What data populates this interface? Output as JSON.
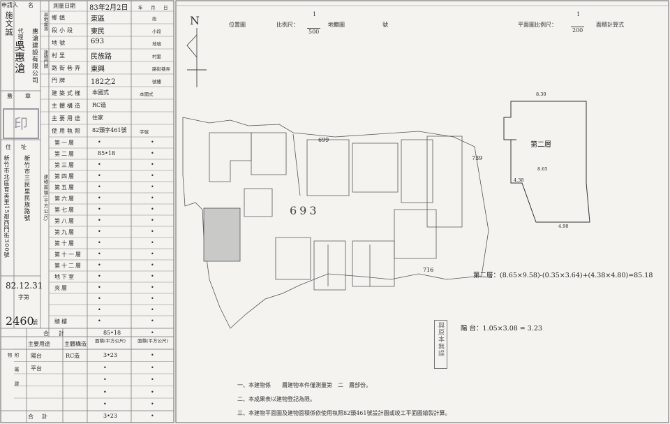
{
  "left_table": {
    "col_headers": {
      "applicant": "申請人",
      "name": "名",
      "survey_date": "測量日期",
      "year": "年",
      "month": "月",
      "day": "日"
    },
    "applicant_names": [
      "施文誠",
      "代理人",
      "吳惠滄"
    ],
    "company_name": "惠滄建設有限公司",
    "seal_label": "蓋章",
    "seal_stamp_text": "印",
    "survey_date_value": "83年2月2日",
    "rows_left_section": [
      {
        "group": "基地坐落",
        "label": "鄉鎮",
        "value": "東區"
      },
      {
        "group": "",
        "label": "段小段",
        "value": "東民"
      },
      {
        "group": "",
        "label": "地號",
        "value": "693"
      },
      {
        "group": "建物門牌",
        "label": "村里",
        "value": "民族路"
      },
      {
        "group": "",
        "label": "路街巷弄",
        "value": "東興"
      },
      {
        "group": "",
        "label": "門牌",
        "value": "182之2"
      }
    ],
    "right_subcols": [
      "段",
      "小段",
      "地號",
      "村里",
      "路街巷弄",
      "號樓"
    ],
    "rows_building": [
      {
        "label": "建築式樣",
        "value": "本國式",
        "value2": "本國式"
      },
      {
        "label": "主體構造",
        "value": "RC造",
        "value2": ""
      },
      {
        "label": "主要用途",
        "value": "住家",
        "value2": ""
      },
      {
        "label": "使用執照",
        "value": "82頭字461號",
        "value2": "字號"
      }
    ],
    "address_label": "住址",
    "address_value": "新竹市北區育英里15鄰西門街300號",
    "company_address": "新竹市三民里民族路號",
    "floors_group_label": "建物面積(平方公尺)",
    "floors": [
      {
        "label": "第一層",
        "value": "•",
        "value2": "•"
      },
      {
        "label": "第二層",
        "value": "85•18",
        "value2": "•"
      },
      {
        "label": "第三層",
        "value": "•",
        "value2": "•"
      },
      {
        "label": "第四層",
        "value": "•",
        "value2": "•"
      },
      {
        "label": "第五層",
        "value": "•",
        "value2": "•"
      },
      {
        "label": "第六層",
        "value": "•",
        "value2": "•"
      },
      {
        "label": "第七層",
        "value": "•",
        "value2": "•"
      },
      {
        "label": "第八層",
        "value": "•",
        "value2": "•"
      },
      {
        "label": "第九層",
        "value": "•",
        "value2": "•"
      },
      {
        "label": "第十層",
        "value": "•",
        "value2": "•"
      },
      {
        "label": "第十一層",
        "value": "•",
        "value2": "•"
      },
      {
        "label": "第十二層",
        "value": "•",
        "value2": "•"
      },
      {
        "label": "地下室",
        "value": "•",
        "value2": "•"
      },
      {
        "label": "夾層",
        "value": "•",
        "value2": "•"
      },
      {
        "label": "",
        "value": "•",
        "value2": "•"
      },
      {
        "label": "",
        "value": "•",
        "value2": "•"
      },
      {
        "label": "騎樓",
        "value": "•",
        "value2": "•"
      }
    ],
    "received_date": "82.12.31",
    "received_label": "字第",
    "received_number": "2460",
    "received_suffix": "號",
    "total_label": "合計",
    "total_value": "85•18",
    "attached_header": {
      "main_use": "主要用途",
      "structure": "主體構造",
      "area": "面積(平方公尺)",
      "area2": "面積(平方公尺)"
    },
    "attached_group": "附屬建物",
    "attached_rows": [
      {
        "use": "陽台",
        "structure": "RC造",
        "area": "3•23",
        "area2": "•"
      },
      {
        "use": "平台",
        "structure": "",
        "area": "•",
        "area2": "•"
      },
      {
        "use": "",
        "structure": "",
        "area": "•",
        "area2": "•"
      },
      {
        "use": "",
        "structure": "",
        "area": "•",
        "area2": "•"
      },
      {
        "use": "",
        "structure": "",
        "area": "•",
        "area2": "•"
      }
    ],
    "attached_total_label": "合計",
    "attached_total": "3•23"
  },
  "drawing": {
    "north": "N",
    "location_label": "位置圖",
    "scale_label": "比例尺：",
    "scale_num": "1",
    "scale_den": "500",
    "cadastral_label": "地籍圖",
    "number_label": "號",
    "plan_scale_label": "平面圖比例尺：",
    "plan_scale_num": "1",
    "plan_scale_den": "200",
    "area_calc_label": "面積計算式",
    "lot_number": "693",
    "lot_labels": [
      "699",
      "739",
      "716"
    ],
    "floor_plan_label": "第二層",
    "dims": [
      "8.30",
      "8.65",
      "4.38",
      "4.90"
    ],
    "formula": "第二層：(8.65×9.58)-(0.35×3.64)+(4.38×4.80)=85.18",
    "balcony_formula": "陽 台：1.05×3.08 = 3.23",
    "stamp_text": "與原本無誤"
  },
  "notes": [
    "一、本建物係　　層建物本件僅測量第　二　層部份。",
    "二、本成果表以建物登記為限。",
    "三、本建物平面圖及建物面積係依使用執照82頭461號設計圖或竣工平面圖繪製計算。"
  ]
}
